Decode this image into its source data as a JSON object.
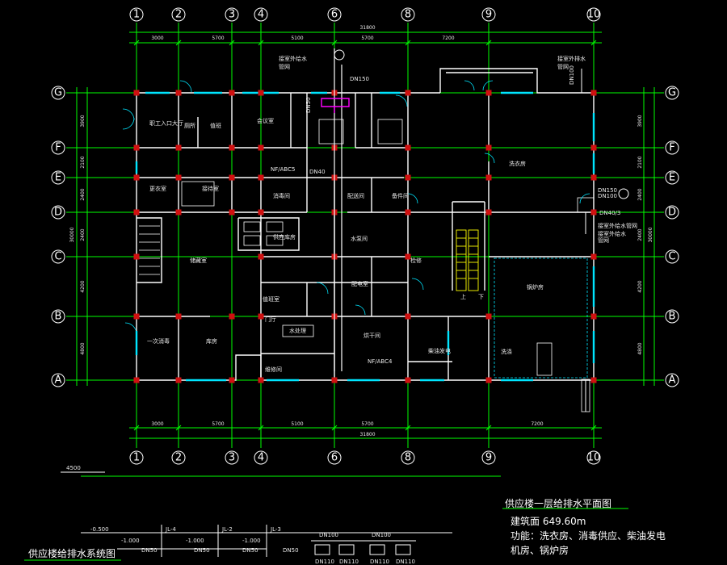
{
  "colors": {
    "background": "#000000",
    "grid": "#00ff00",
    "wall": "#ffffff",
    "door": "#00e5ff",
    "column": "#d01010",
    "pipe": "#ff00ff",
    "stair": "#ffff00"
  },
  "axes_x": [
    "1",
    "2",
    "3",
    "4",
    "6",
    "8",
    "9",
    "10"
  ],
  "axes_y": [
    "G",
    "F",
    "E",
    "D",
    "C",
    "B",
    "A"
  ],
  "dims_top": [
    "3000",
    "5700",
    "5100",
    "5700",
    "7200"
  ],
  "dims_top_total": "31800",
  "dims_bottom": [
    "3000",
    "5700",
    "5100",
    "5700",
    "7200"
  ],
  "dims_bottom_total": "31800",
  "dims_left": [
    "3900",
    "2100",
    "2400",
    "2400",
    "4200",
    "4800"
  ],
  "dims_left_total": "30000",
  "dims_right": [
    "3900",
    "2100",
    "2400",
    "2400",
    "4200",
    "4800"
  ],
  "dims_right_total": "30000",
  "rooms": [
    "职工入口大厅",
    "厕所",
    "值班",
    "会议室",
    "更衣室",
    "接待室",
    "消毒间",
    "供应库房",
    "配送间",
    "备件间",
    "储藏室",
    "洗衣房",
    "锅炉房",
    "一次消毒",
    "库房",
    "维修间",
    "水处理",
    "值班室",
    "柴油发电",
    "烘干间",
    "配电室",
    "洗涤",
    "检修",
    "水泵间",
    "门厅"
  ],
  "pipe_labels": [
    "接室外给水",
    "管网",
    "接室外排水",
    "管网",
    "DN100",
    "DN150",
    "DN50",
    "DN40",
    "NF/ABC5",
    "NF/ABC4",
    "DN40/3",
    "接室外给水管网",
    "DN100",
    "接室外给水",
    "管网",
    "DN150"
  ],
  "symbols": [
    "上",
    "下"
  ],
  "title_main": "供应楼一层给排水平面图",
  "area_line": "建筑面 649.60m",
  "function_line": "功能：洗衣房、消毒供应、柴油发电",
  "function_line2": "机房、锅炉房",
  "system_title": "供应楼给排水系统图",
  "system_labels": [
    "JL-4",
    "JL-2",
    "JL-3",
    "DN110",
    "DN110",
    "DN110",
    "DN110",
    "4500",
    "-0.500",
    "-1.000",
    "-1.000",
    "-1.000",
    "DN50",
    "DN50",
    "DN50",
    "DN50",
    "DN100",
    "DN100"
  ]
}
